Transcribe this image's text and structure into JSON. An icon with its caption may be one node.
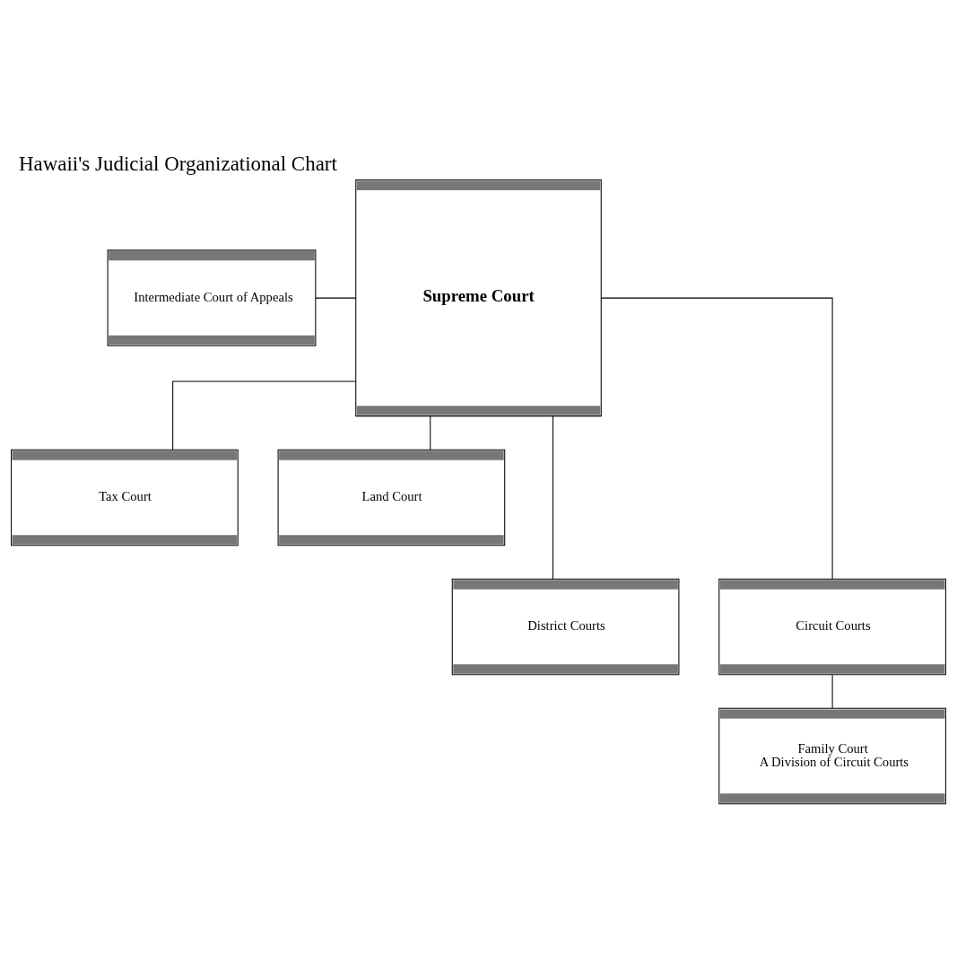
{
  "diagram": {
    "title": "Hawaii's Judicial Organizational Chart",
    "nodes": [
      {
        "text": [
          "Supreme Court"
        ]
      },
      {
        "text": [
          "Intermediate Court of Appeals"
        ]
      },
      {
        "text": [
          "Tax Court"
        ]
      },
      {
        "text": [
          "Land Court"
        ]
      },
      {
        "text": [
          "District Courts"
        ]
      },
      {
        "text": [
          "Circuit Courts"
        ]
      },
      {
        "text": [
          "Family Court",
          "A Division of Circuit Courts"
        ]
      }
    ],
    "edges": [
      {
        "from": 1,
        "to": 0,
        "arrow": "none"
      },
      {
        "from": 0,
        "to": 2,
        "arrow": "none"
      },
      {
        "from": 0,
        "to": 3,
        "arrow": "none"
      },
      {
        "from": 0,
        "to": 4,
        "arrow": "none"
      },
      {
        "from": 0,
        "to": 5,
        "arrow": "none"
      },
      {
        "from": 5,
        "to": 6,
        "arrow": "none"
      }
    ]
  }
}
